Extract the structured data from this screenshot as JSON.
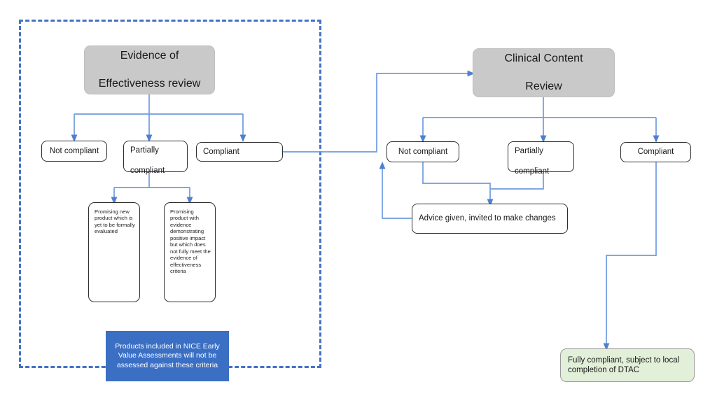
{
  "diagram": {
    "title": "DTAC evidence and clinical content review flowchart",
    "colors": {
      "header_fill": "#C9C9C9",
      "connector": "#6E9BE0",
      "dashed_region": "#4472C4",
      "callout_fill": "#3A6FC4",
      "callout_text": "#FFFFFF",
      "terminal_fill": "#E2EFD9",
      "box_border": "#2E2E2E"
    },
    "regions": [
      {
        "name": "evidence-of-effectiveness-scope",
        "style": "dashed-blue"
      }
    ],
    "nodes": {
      "evidence_review": "Evidence of\nEffectiveness review",
      "evidence_review_line1": "Evidence of",
      "evidence_review_line2": "Effectiveness review",
      "clinical_review_line1": "Clinical Content",
      "clinical_review_line2": "Review",
      "left_not_compliant": "Not compliant",
      "left_partially_compliant_line1": "Partially",
      "left_partially_compliant_line2": "compliant",
      "left_compliant": "Compliant",
      "promising_new_product": "Promising new product which is yet to be formally evaluated",
      "promising_with_evidence": "Promising product with evidence demonstrating positive impact but which does not fully meet the evidence of effectiveness criteria",
      "nice_callout": "Products included in NICE Early Value Assessments will not be assessed against these criteria",
      "right_not_compliant": "Not compliant",
      "right_partially_compliant_line1": "Partially",
      "right_partially_compliant_line2": "compliant",
      "right_compliant": "Compliant",
      "advice_given": "Advice given, invited to make changes",
      "fully_compliant": "Fully compliant, subject to local completion of DTAC"
    }
  }
}
